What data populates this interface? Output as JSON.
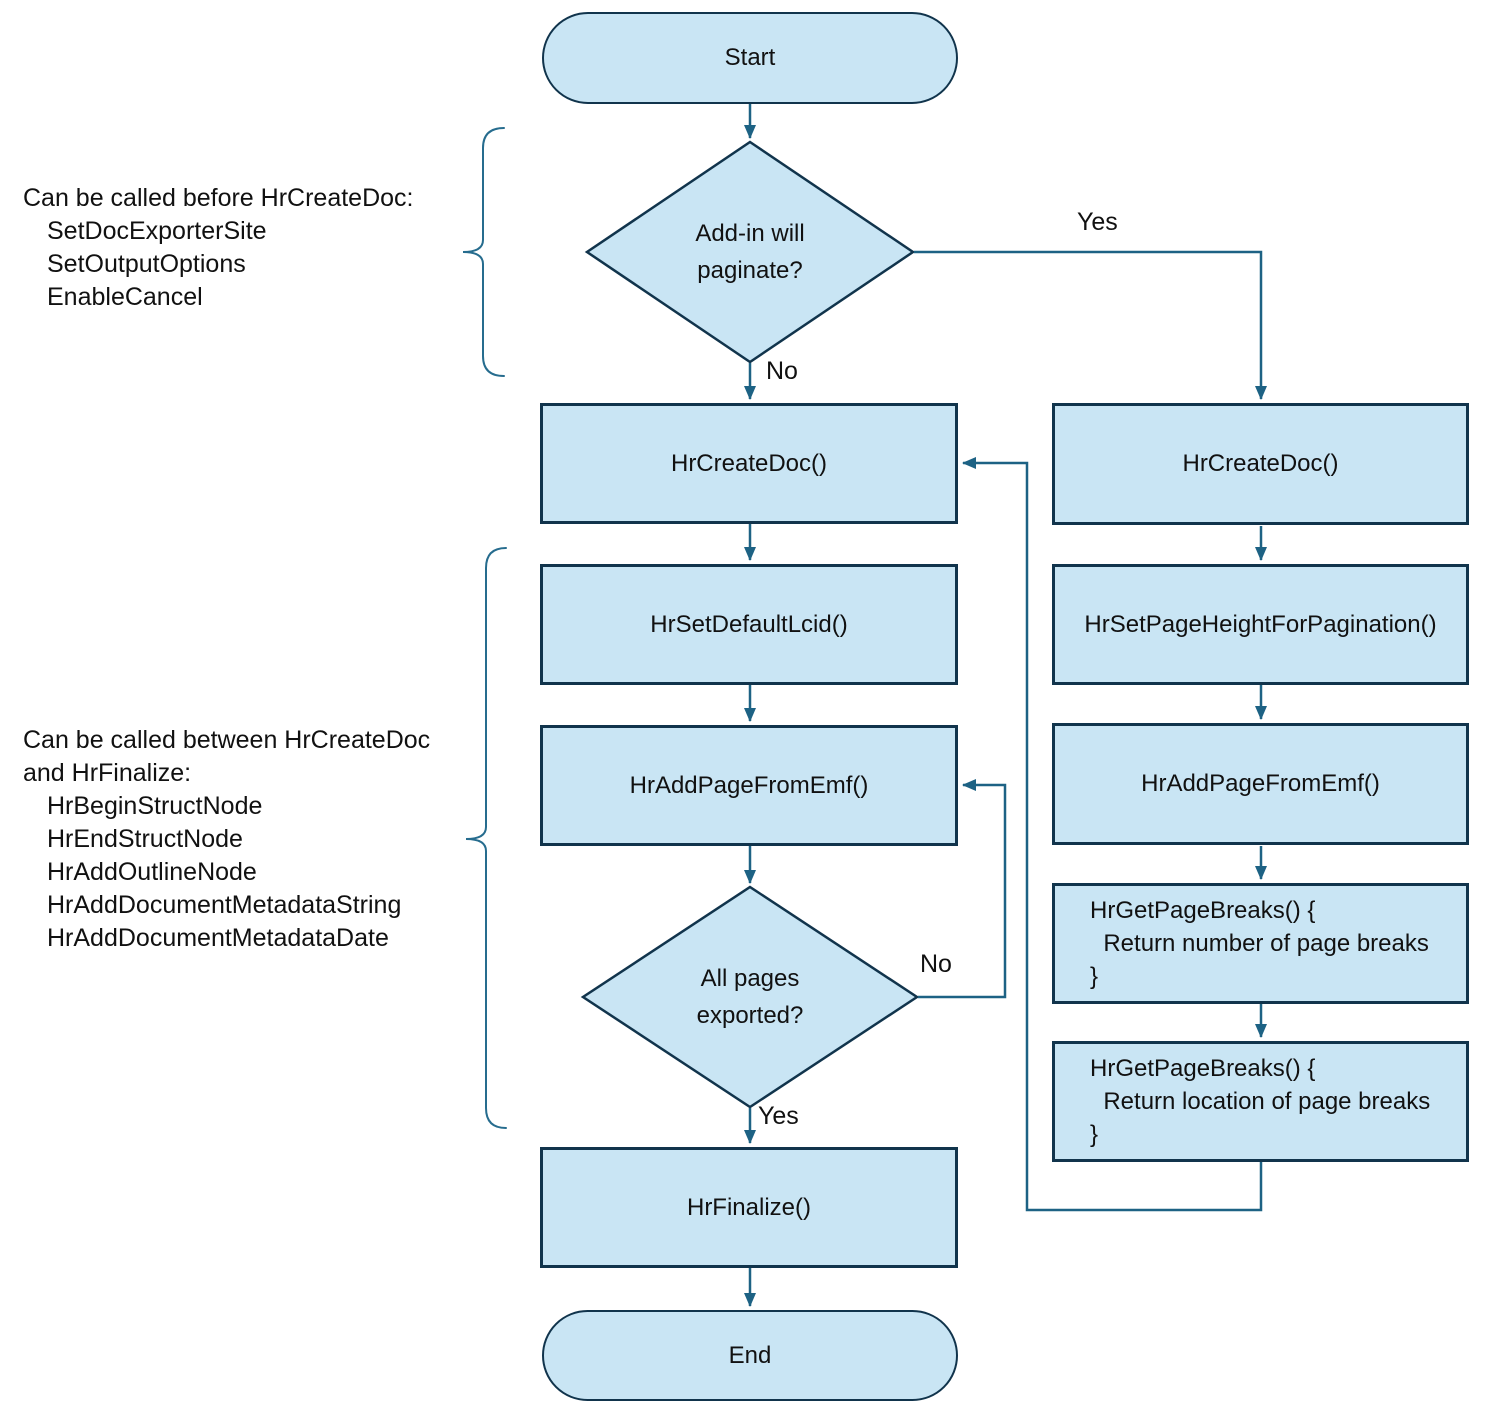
{
  "colors": {
    "node_fill": "#c9e5f4",
    "node_border": "#11344c",
    "connector": "#1d6284",
    "text": "#111111"
  },
  "nodes": {
    "start": {
      "label": "Start"
    },
    "decision_paginate": {
      "label": "Add-in will\npaginate?"
    },
    "hr_create_doc_left": {
      "label": "HrCreateDoc()"
    },
    "hr_set_default_lcid": {
      "label": "HrSetDefaultLcid()"
    },
    "hr_add_page_from_emf_left": {
      "label": "HrAddPageFromEmf()"
    },
    "decision_all_pages": {
      "label": "All pages\nexported?"
    },
    "hr_finalize": {
      "label": "HrFinalize()"
    },
    "end": {
      "label": "End"
    },
    "hr_create_doc_right": {
      "label": "HrCreateDoc()"
    },
    "hr_set_page_height": {
      "label": "HrSetPageHeightForPagination()"
    },
    "hr_add_page_from_emf_right": {
      "label": "HrAddPageFromEmf()"
    },
    "hr_get_page_breaks_number": {
      "label": "HrGetPageBreaks() {\n  Return number of page breaks\n}"
    },
    "hr_get_page_breaks_location": {
      "label": "HrGetPageBreaks() {\n  Return location of page breaks\n}"
    }
  },
  "edge_labels": {
    "paginate_yes": "Yes",
    "paginate_no": "No",
    "all_pages_no": "No",
    "all_pages_yes": "Yes"
  },
  "annotations": {
    "before_create_doc": {
      "title": "Can be called before HrCreateDoc:",
      "items": [
        "SetDocExporterSite",
        "SetOutputOptions",
        "EnableCancel"
      ]
    },
    "between_create_finalize": {
      "title": "Can be called between HrCreateDoc\nand HrFinalize:",
      "items": [
        "HrBeginStructNode",
        "HrEndStructNode",
        "HrAddOutlineNode",
        "HrAddDocumentMetadataString",
        "HrAddDocumentMetadataDate"
      ]
    }
  }
}
